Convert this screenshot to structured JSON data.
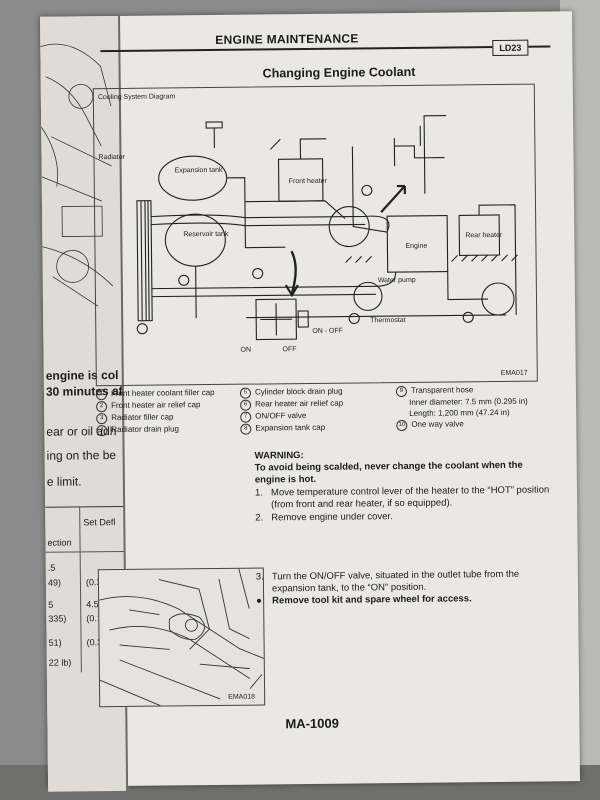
{
  "header": {
    "section_title": "ENGINE MAINTENANCE",
    "model_code": "LD23",
    "page_title": "Changing Engine Coolant"
  },
  "diagram": {
    "caption": "Cooling System Diagram",
    "code": "EMA017",
    "labels": {
      "radiator": "Radiator",
      "expansion_tank": "Expansion tank",
      "front_heater": "Front heater",
      "reservoir_tank": "Reservoir tank",
      "engine": "Engine",
      "rear_heater": "Rear heater",
      "water_pump": "Water pump",
      "thermostat": "Thermostat",
      "on": "ON",
      "off": "OFF",
      "on_off": "ON - OFF"
    }
  },
  "legend": {
    "col1": [
      {
        "num": "1",
        "text": "Front heater coolant filler cap"
      },
      {
        "num": "2",
        "text": "Front heater air relief cap"
      },
      {
        "num": "3",
        "text": "Radiator filler cap"
      },
      {
        "num": "4",
        "text": "Radiator drain plug"
      }
    ],
    "col2": [
      {
        "num": "5",
        "text": "Cylinder block drain plug"
      },
      {
        "num": "6",
        "text": "Rear heater air relief cap"
      },
      {
        "num": "7",
        "text": "ON/OFF valve"
      },
      {
        "num": "8",
        "text": "Expansion tank cap"
      }
    ],
    "col3": [
      {
        "num": "9",
        "text": "Transparent hose",
        "sub1": "Inner diameter: 7.5 mm (0.295 in)",
        "sub2": "Length: 1,200 mm (47.24 in)"
      },
      {
        "num": "10",
        "text": "One way valve"
      }
    ]
  },
  "warning": {
    "title": "WARNING:",
    "text": "To avoid being scalded, never change the coolant when the engine is hot.",
    "steps": [
      {
        "n": "1.",
        "text": "Move temperature control lever of the heater to the “HOT” position (from front and rear heater, if so equipped)."
      },
      {
        "n": "2.",
        "text": "Remove engine under cover."
      }
    ]
  },
  "step3": {
    "n": "3.",
    "text": "Turn the ON/OFF valve, situated in the outlet tube from the expansion tank, to the “ON” position.",
    "bullet": "Remove tool kit and spare wheel for access."
  },
  "photo": {
    "code": "EMA018"
  },
  "page_number": "MA-1009",
  "left_page": {
    "line1": "engine is col",
    "line2": "30 minutes aft",
    "line3": "ear or oil adh",
    "line4": "ing on the be",
    "line5": "e limit.",
    "col_header": "ection",
    "set_header": "Set Defl",
    "rows": [
      ".5",
      "49)",
      "5",
      "335)",
      "51)",
      "22 lb)"
    ],
    "vals": [
      "(0.3",
      "4.5",
      "(0.17",
      "(0.3"
    ]
  }
}
